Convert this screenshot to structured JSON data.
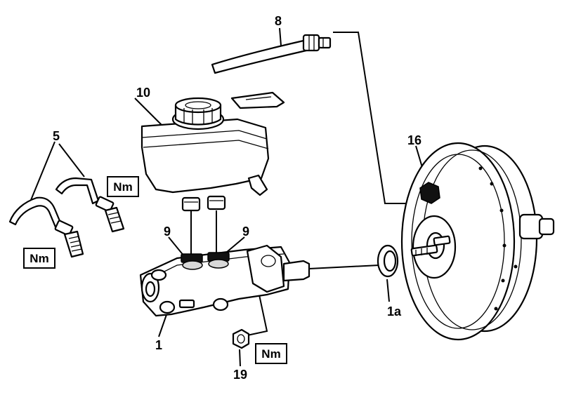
{
  "labels": {
    "hose": "8",
    "reservoir": "10",
    "brake_lines": "5",
    "booster": "16",
    "seal_left": "9",
    "seal_right": "9",
    "master_cylinder": "1",
    "gasket": "1a",
    "nut": "19"
  },
  "torque_labels": {
    "upper": "Nm",
    "lower_left": "Nm",
    "nut": "Nm"
  }
}
